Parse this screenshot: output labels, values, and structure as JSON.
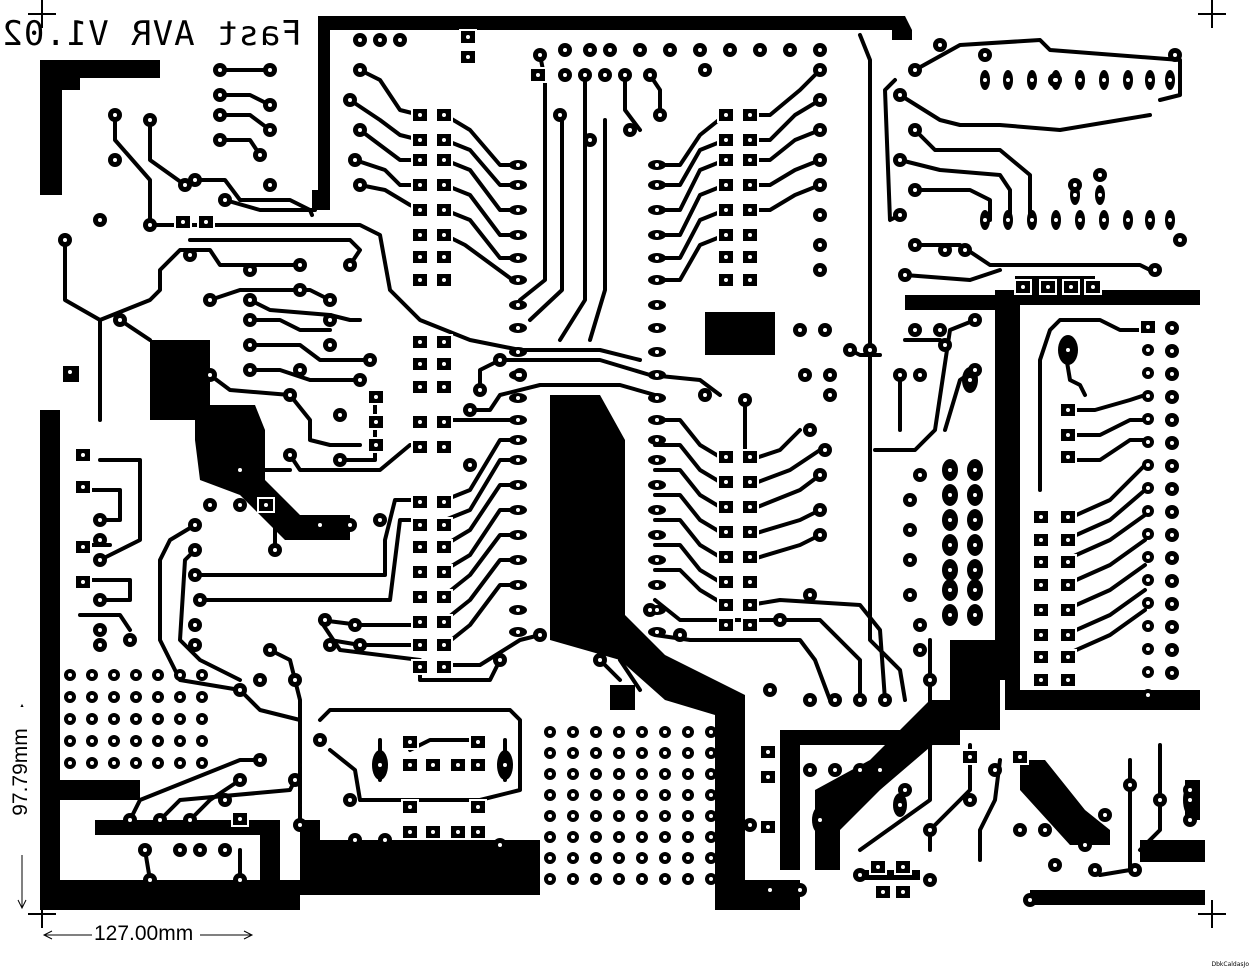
{
  "board": {
    "title": "Fast AVR V1.02",
    "title_mirrored": true,
    "dim_width": "127.00mm",
    "dim_height": "97.79mm",
    "footer_code": "DbkCaldasJo"
  },
  "colors": {
    "copper": "#000000",
    "board": "#ffffff"
  }
}
